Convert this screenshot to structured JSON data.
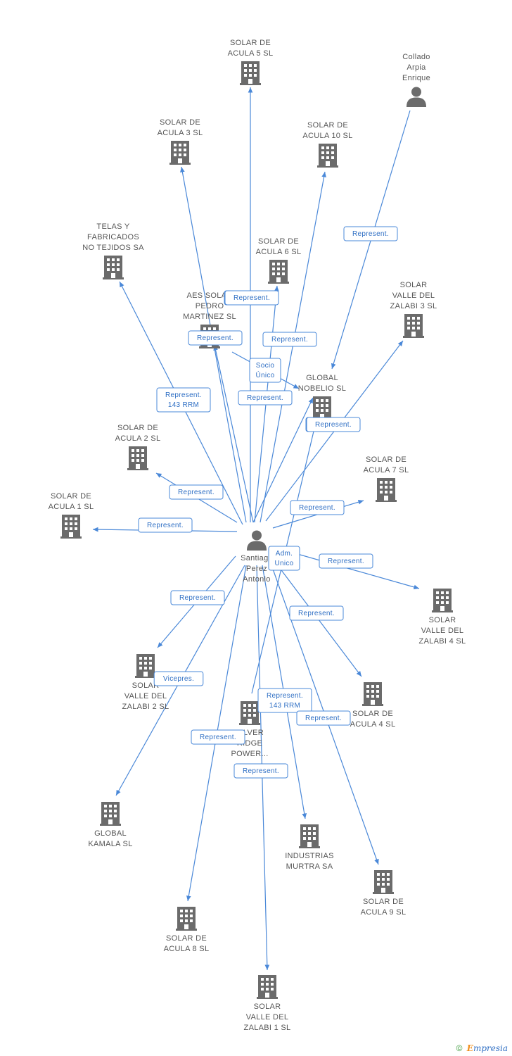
{
  "nodes": [
    {
      "id": "center",
      "type": "person",
      "lines": [
        "Santiago",
        "Perez",
        "Antonio"
      ]
    },
    {
      "id": "collado",
      "type": "person",
      "lines": [
        "Collado",
        "Arpia",
        "Enrique"
      ]
    },
    {
      "id": "acula5",
      "type": "company",
      "lines": [
        "SOLAR DE",
        "ACULA 5 SL"
      ]
    },
    {
      "id": "acula3",
      "type": "company",
      "lines": [
        "SOLAR DE",
        "ACULA 3 SL"
      ]
    },
    {
      "id": "acula10",
      "type": "company",
      "lines": [
        "SOLAR DE",
        "ACULA 10 SL"
      ]
    },
    {
      "id": "telas",
      "type": "company",
      "lines": [
        "TELAS Y",
        "FABRICADOS",
        "NO TEJIDOS SA"
      ]
    },
    {
      "id": "acula6",
      "type": "company",
      "lines": [
        "SOLAR DE",
        "ACULA 6 SL"
      ]
    },
    {
      "id": "aes",
      "type": "company",
      "lines": [
        "AES SOLAR",
        "PEDRO",
        "MARTINEZ SL"
      ]
    },
    {
      "id": "zalabi3",
      "type": "company",
      "lines": [
        "SOLAR",
        "VALLE DEL",
        "ZALABI 3 SL"
      ]
    },
    {
      "id": "nobelio",
      "type": "company",
      "lines": [
        "GLOBAL",
        "NOBELIO SL"
      ]
    },
    {
      "id": "acula2",
      "type": "company",
      "lines": [
        "SOLAR DE",
        "ACULA 2 SL"
      ]
    },
    {
      "id": "acula7",
      "type": "company",
      "lines": [
        "SOLAR DE",
        "ACULA 7 SL"
      ]
    },
    {
      "id": "acula1",
      "type": "company",
      "lines": [
        "SOLAR DE",
        "ACULA 1 SL"
      ]
    },
    {
      "id": "zalabi4",
      "type": "company",
      "lines": [
        "SOLAR",
        "VALLE DEL",
        "ZALABI 4 SL"
      ]
    },
    {
      "id": "zalabi2",
      "type": "company",
      "lines": [
        "SOLAR",
        "VALLE DEL",
        "ZALABI 2 SL"
      ]
    },
    {
      "id": "acula4",
      "type": "company",
      "lines": [
        "SOLAR DE",
        "ACULA 4 SL"
      ]
    },
    {
      "id": "silver",
      "type": "company",
      "lines": [
        "SILVER",
        "RIDGE",
        "POWER..."
      ]
    },
    {
      "id": "kamala",
      "type": "company",
      "lines": [
        "GLOBAL",
        "KAMALA SL"
      ]
    },
    {
      "id": "murtra",
      "type": "company",
      "lines": [
        "INDUSTRIAS",
        "MURTRA SA"
      ]
    },
    {
      "id": "acula9",
      "type": "company",
      "lines": [
        "SOLAR DE",
        "ACULA 9 SL"
      ]
    },
    {
      "id": "acula8",
      "type": "company",
      "lines": [
        "SOLAR DE",
        "ACULA 8 SL"
      ]
    },
    {
      "id": "zalabi1",
      "type": "company",
      "lines": [
        "SOLAR",
        "VALLE DEL",
        "ZALABI 1 SL"
      ]
    }
  ],
  "edges": [
    {
      "from": "center",
      "to": "acula5",
      "lines": [
        "Represent."
      ]
    },
    {
      "from": "center",
      "to": "acula3",
      "lines": [
        "Represent."
      ]
    },
    {
      "from": "center",
      "to": "acula10",
      "lines": [
        "Represent."
      ]
    },
    {
      "from": "center",
      "to": "telas",
      "lines": [
        "Represent.",
        "143 RRM"
      ]
    },
    {
      "from": "center",
      "to": "acula6",
      "lines": [
        "Represent."
      ]
    },
    {
      "from": "aes",
      "to": "nobelio",
      "lines": [
        "Socio",
        "Único"
      ]
    },
    {
      "from": "center",
      "to": "nobelio",
      "lines": [
        "Represent."
      ]
    },
    {
      "from": "collado",
      "to": "nobelio",
      "lines": [
        "Represent."
      ]
    },
    {
      "from": "center",
      "to": "zalabi3",
      "lines": [
        "Represent."
      ]
    },
    {
      "from": "center",
      "to": "acula2",
      "lines": [
        "Represent."
      ]
    },
    {
      "from": "center",
      "to": "acula1",
      "lines": [
        "Represent."
      ]
    },
    {
      "from": "center",
      "to": "acula7",
      "lines": [
        "Represent."
      ]
    },
    {
      "from": "center",
      "to": "zalabi4",
      "lines": [
        "Represent."
      ]
    },
    {
      "from": "center",
      "to": "zalabi2",
      "lines": [
        "Represent."
      ]
    },
    {
      "from": "center",
      "to": "acula4",
      "lines": [
        "Represent."
      ]
    },
    {
      "from": "center",
      "to": "kamala",
      "lines": [
        "Vicepres."
      ]
    },
    {
      "from": "center",
      "to": "murtra",
      "lines": [
        "Represent.",
        "143 RRM"
      ]
    },
    {
      "from": "center",
      "to": "acula9",
      "lines": [
        "Represent."
      ]
    },
    {
      "from": "center",
      "to": "acula8",
      "lines": [
        "Represent."
      ]
    },
    {
      "from": "center",
      "to": "zalabi1",
      "lines": [
        "Represent."
      ]
    },
    {
      "from": "silver",
      "to": "nobelio",
      "lines": [
        "Represent."
      ]
    },
    {
      "from": "center",
      "to": "aes",
      "lines": [
        "Represent."
      ]
    },
    {
      "from": "center",
      "to": "center",
      "lines": [
        "Adm.",
        "Unico"
      ]
    }
  ],
  "footer": {
    "copyright": "©",
    "brand_initial": "E",
    "brand_rest": "mpresia"
  },
  "colors": {
    "edge": "#4a88d8",
    "edge_text": "#2f6fc4",
    "icon": "#6b6b6b",
    "label": "#555555"
  }
}
